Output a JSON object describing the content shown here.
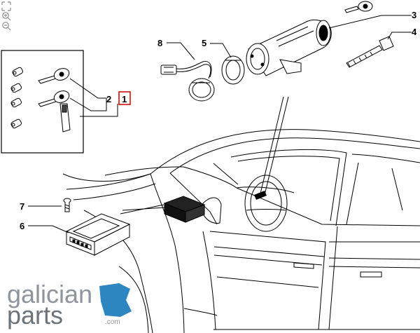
{
  "toolbar": {
    "items": [
      {
        "name": "fit-to-window-icon"
      },
      {
        "name": "zoom-in-icon"
      },
      {
        "name": "zoom-out-icon"
      }
    ]
  },
  "callouts": {
    "c1": "1",
    "c2": "2",
    "c3": "3",
    "c4": "4",
    "c5": "5",
    "c6": "6",
    "c7": "7",
    "c8": "8"
  },
  "logo": {
    "line1": "galician",
    "line2": "parts",
    "suffix": ".com"
  },
  "colors": {
    "line": "#000000",
    "highlight_box": "#cc0000",
    "logo_grey": "#8f959c",
    "logo_blue": "#2e86c1"
  }
}
